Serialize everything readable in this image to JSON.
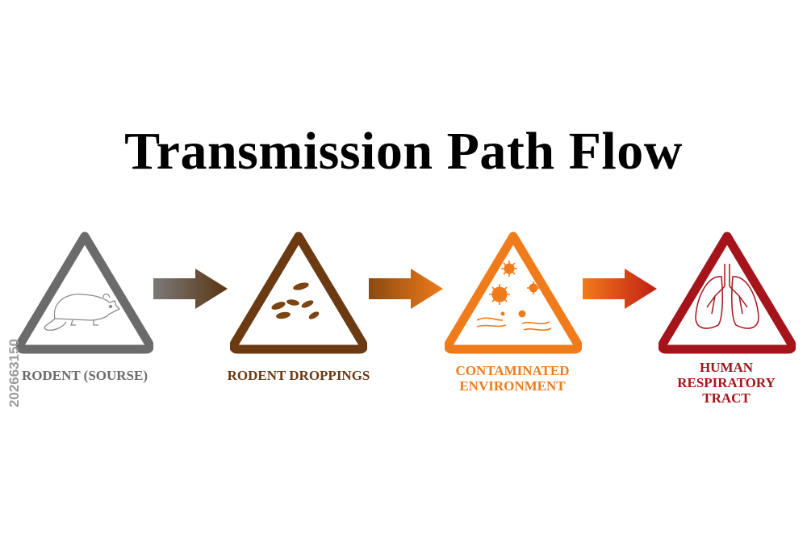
{
  "title": "Transmission Path Flow",
  "stages": [
    {
      "label": "RODENT (SOURSE)",
      "color": "#6b6b6b",
      "icon": "rat-icon"
    },
    {
      "label": "RODENT DROPPINGS",
      "color": "#6b3a12",
      "icon": "droppings-icon"
    },
    {
      "label": "CONTAMINATED\nENVIRONMENT",
      "color": "#f07b1a",
      "icon": "virus-wind-icon"
    },
    {
      "label": "HUMAN\nRESPIRATORY\nTRACT",
      "color": "#a6141b",
      "icon": "lungs-icon"
    }
  ],
  "watermark_id": "202663150"
}
